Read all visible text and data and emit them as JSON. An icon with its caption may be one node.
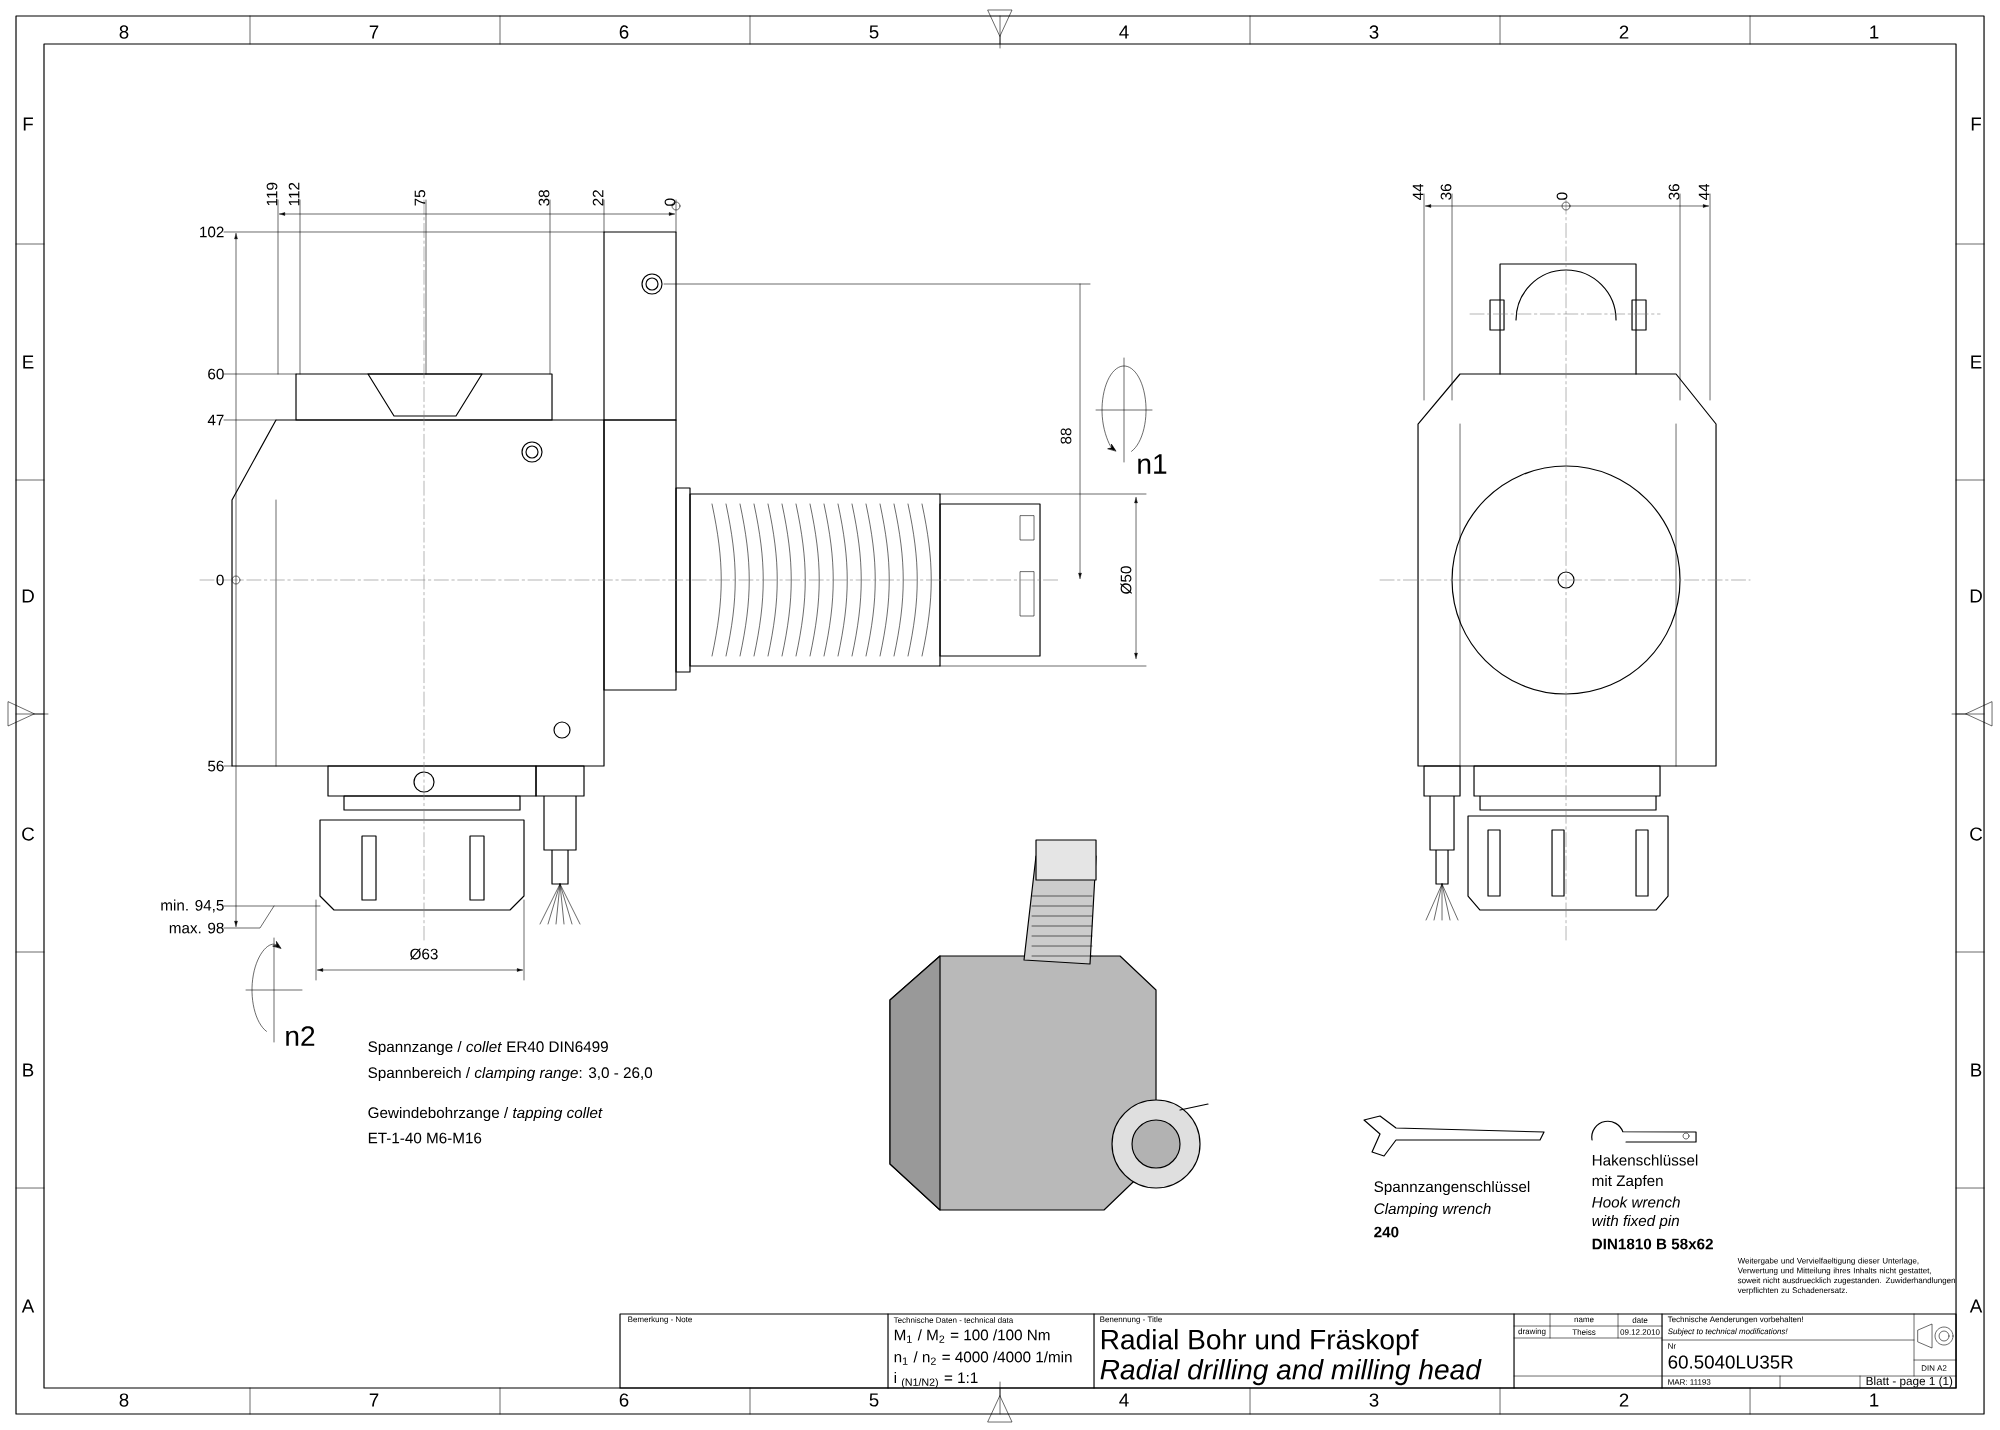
{
  "diagram": {
    "labels": [
      "8",
      "7",
      "6",
      "5",
      "4",
      "3",
      "2",
      "1",
      "F",
      "F",
      "E",
      "E",
      "D",
      "D",
      "C",
      "C",
      "B",
      "B",
      "A",
      "A",
      "119",
      "112",
      "75",
      "38",
      "22",
      "0",
      "44",
      "36",
      "0",
      "36",
      "44",
      "102",
      "60",
      "47",
      "0",
      "56",
      "min. 94,5",
      "max. 98",
      "88",
      "Ø50",
      "n1",
      "Ø63",
      "n2",
      "Spannzange / *collet* ER40 DIN6499",
      "Spannbereich / *clamping range*: 3,0 - 26,0",
      "Gewindebohrzange / *tapping collet*",
      "ET-1-40 M6-M16",
      "Spannzangenschlüssel",
      "Clamping wrench",
      "240",
      "Hakenschlüssel",
      "mit Zapfen",
      "Hook wrench",
      "with fixed pin",
      "DIN1810 B 58x62",
      "Weitergabe und Vervielfaeltigung dieser Unterlage, Verwertung und Mitteilung ihres Inhalts nicht gestattet, soweit nicht ausdruecklich zugestanden. Zuwiderhandlungen verpflichten zu Schadenersatz.",
      "Bemerkung - Note",
      "Technische Daten - technical data",
      "M$_{1}$ / M$_{2}$ = 100 /100 Nm",
      "n$_{1}$ / n$_{2}$ = 4000 /4000 1/min",
      "i $_{(N1/N2)}$ = 1:1",
      "Benennung - Title",
      "Radial Bohr und Fräskopf",
      "Radial drilling and milling head",
      "name",
      "date",
      "drawing",
      "Theiss",
      "09.12.2010",
      "Technische Aenderungen vorbehalten!",
      "Subject to technical modifications!",
      "Nr",
      "60.5040LU35R",
      "DIN A2",
      "MAR: 11193",
      "Blatt - page 1 (1)",
      "8",
      "7",
      "6",
      "5",
      "4",
      "3",
      "2",
      "1"
    ]
  }
}
